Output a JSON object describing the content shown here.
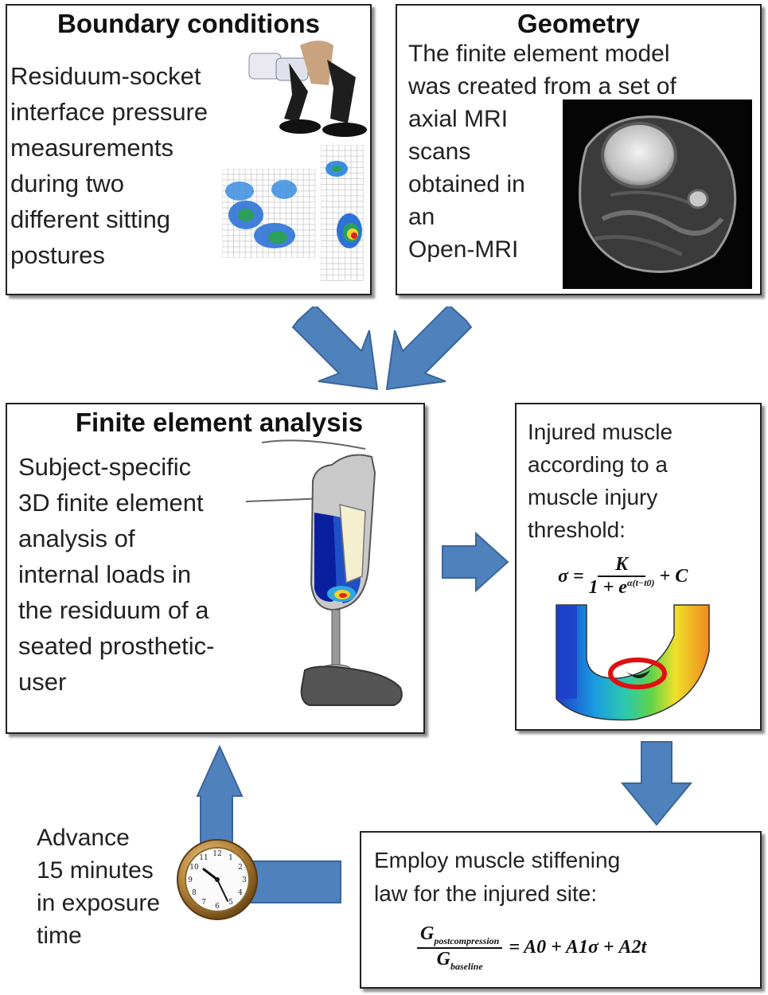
{
  "boundary": {
    "title": "Boundary conditions",
    "lines": [
      "Residuum-socket",
      "interface pressure",
      "measurements",
      "during two",
      "different sitting",
      "postures"
    ]
  },
  "geometry": {
    "title": "Geometry",
    "lines_top": [
      "The finite element  model",
      "was created from a set of"
    ],
    "lines_side": [
      "axial MRI",
      "scans",
      "obtained in",
      "an",
      "Open-MRI"
    ]
  },
  "fea": {
    "title": "Finite element analysis",
    "lines": [
      "Subject-specific",
      "3D finite element",
      "analysis of",
      "internal loads in",
      "the residuum of a",
      "seated prosthetic-",
      "user"
    ]
  },
  "injury": {
    "lines": [
      "Injured muscle",
      "according to a",
      "muscle injury",
      "threshold:"
    ],
    "eq_lhs": "σ",
    "eq_num": "K",
    "eq_den": "1 + e",
    "eq_exp": "α(t−t0)",
    "eq_tail": "+ C"
  },
  "stiffening": {
    "lines": [
      "Employ muscle stiffening",
      "law  for the injured site:"
    ],
    "eq_num": "G",
    "eq_num_sub": "postcompression",
    "eq_den": "G",
    "eq_den_sub": "baseline",
    "eq_rhs": "= A0 + A1σ + A2t"
  },
  "loop": {
    "lines": [
      "Advance",
      "15 minutes",
      "in exposure",
      "time"
    ]
  },
  "colors": {
    "arrow": "#4f81bd",
    "arrow_stroke": "#3a669a"
  }
}
